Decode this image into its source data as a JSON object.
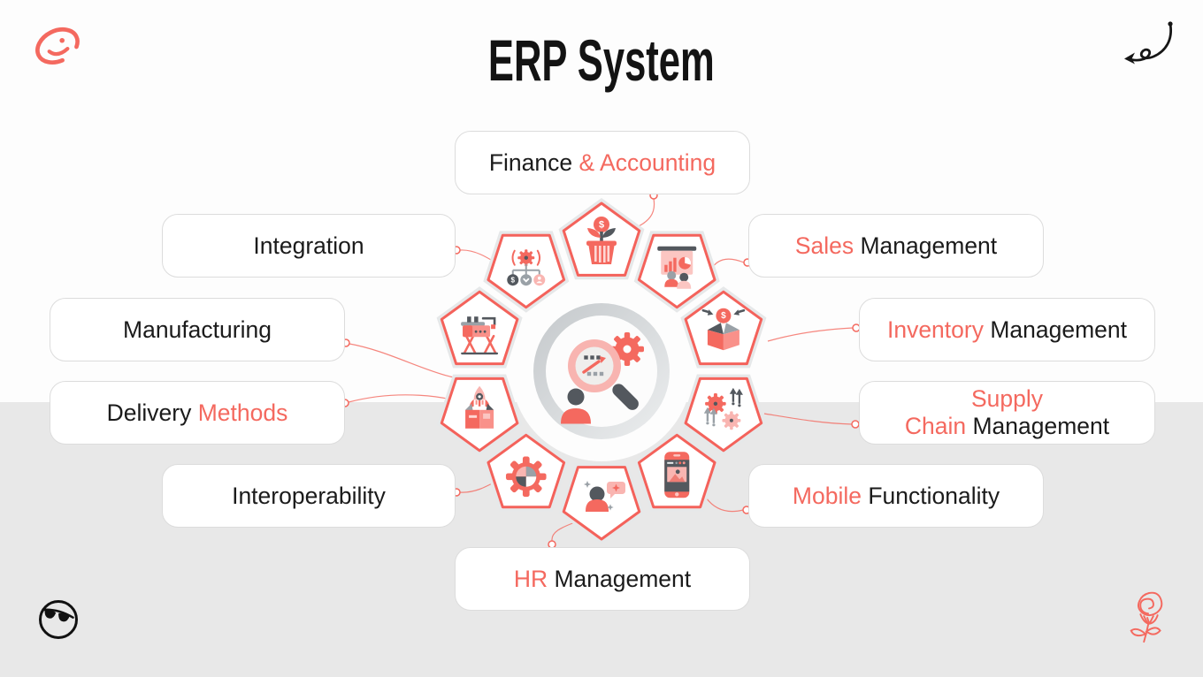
{
  "title": "ERP System",
  "colors": {
    "accent": "#F4695F",
    "accent_light": "#F9B5B1",
    "text": "#1B1B1B",
    "band": "#E8E8E8",
    "dark_gray": "#53585E",
    "mid_gray": "#9AA1A7",
    "cell_border": "#F4625B"
  },
  "labels": [
    {
      "id": "finance-accounting",
      "parts": [
        {
          "text": "Finance ",
          "tone": "dark"
        },
        {
          "text": "& Accounting",
          "tone": "accent"
        }
      ]
    },
    {
      "id": "integration",
      "parts": [
        {
          "text": "Integration",
          "tone": "dark"
        }
      ]
    },
    {
      "id": "manufacturing",
      "parts": [
        {
          "text": "Manufacturing",
          "tone": "dark"
        }
      ]
    },
    {
      "id": "delivery-methods",
      "parts": [
        {
          "text": "Delivery ",
          "tone": "dark"
        },
        {
          "text": "Methods",
          "tone": "accent"
        }
      ]
    },
    {
      "id": "interoperability",
      "parts": [
        {
          "text": "Interoperability",
          "tone": "dark"
        }
      ]
    },
    {
      "id": "hr-management",
      "parts": [
        {
          "text": "HR ",
          "tone": "accent"
        },
        {
          "text": "Management",
          "tone": "dark"
        }
      ]
    },
    {
      "id": "sales-management",
      "parts": [
        {
          "text": "Sales ",
          "tone": "accent"
        },
        {
          "text": "Management",
          "tone": "dark"
        }
      ]
    },
    {
      "id": "inventory-management",
      "parts": [
        {
          "text": "Inventory ",
          "tone": "accent"
        },
        {
          "text": "Management",
          "tone": "dark"
        }
      ]
    },
    {
      "id": "supply-chain-management",
      "parts": [
        {
          "text": "Supply",
          "tone": "accent"
        },
        {
          "text": "Chain ",
          "tone": "accent"
        },
        {
          "text": "Management",
          "tone": "dark"
        }
      ]
    },
    {
      "id": "mobile-functionality",
      "parts": [
        {
          "text": "Mobile ",
          "tone": "accent"
        },
        {
          "text": "Functionality",
          "tone": "dark"
        }
      ]
    }
  ],
  "hub": {
    "center_icon": "business-analysis-magnifier-icon",
    "cells": [
      "money-plant-icon",
      "sales-presentation-icon",
      "inventory-box-icon",
      "supply-chain-gears-icon",
      "mobile-phone-icon",
      "hr-person-chat-icon",
      "interoperability-puzzle-gear-icon",
      "delivery-rocket-box-icon",
      "manufacturing-machine-icon",
      "integration-network-icon"
    ]
  },
  "decorations": {
    "top_left": "smiley-doodle-icon",
    "top_right": "curved-arrow-doodle-icon",
    "bottom_left": "sunglasses-doodle-icon",
    "bottom_right": "rose-doodle-icon"
  },
  "symbols": {
    "currency": "$"
  }
}
